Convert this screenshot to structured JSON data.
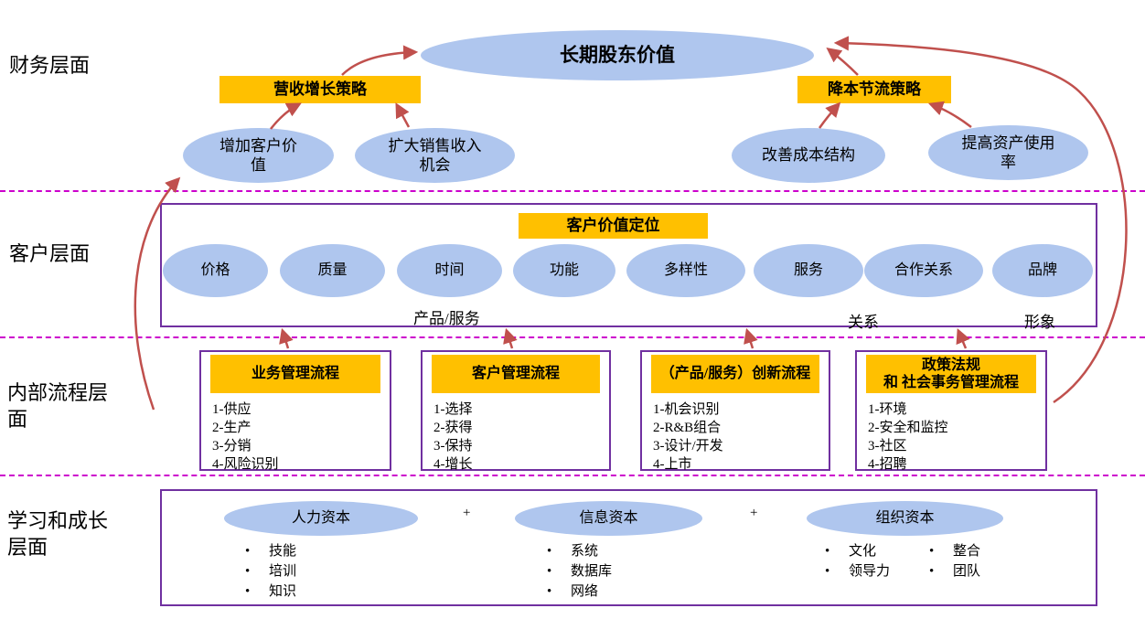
{
  "colors": {
    "node_fill": "#afc6ee",
    "highlight": "#ffc000",
    "box_border": "#7030a0",
    "divider": "#cc00cc",
    "arrow": "#c0504d"
  },
  "layer_labels": {
    "financial": "财务层面",
    "customer": "客户层面",
    "internal": "内部流程层面",
    "learning": "学习和成长层面"
  },
  "financial": {
    "shareholder_value": "长期股东价值",
    "revenue_strategy": "营收增长策略",
    "cost_strategy": "降本节流策略",
    "nodes": [
      "增加客户价值",
      "扩大销售收入机会",
      "改善成本结构",
      "提高资产使用率"
    ]
  },
  "customer": {
    "value_positioning": "客户价值定位",
    "attributes": [
      "价格",
      "质量",
      "时间",
      "功能",
      "多样性",
      "服务",
      "合作关系",
      "品牌"
    ],
    "group_labels": [
      "产品/服务",
      "关系",
      "形象"
    ]
  },
  "internal": {
    "boxes": [
      {
        "title": "业务管理流程",
        "items": [
          "1-供应",
          "2-生产",
          "3-分销",
          "4-风险识别"
        ]
      },
      {
        "title": "客户管理流程",
        "items": [
          "1-选择",
          "2-获得",
          "3-保持",
          "4-增长"
        ]
      },
      {
        "title": "（产品/服务）创新流程",
        "items": [
          "1-机会识别",
          "2-R&B组合",
          "3-设计/开发",
          "4-上市"
        ]
      },
      {
        "title": "政策法规\n和 社会事务管理流程",
        "items": [
          "1-环境",
          "2-安全和监控",
          "3-社区",
          "4-招聘"
        ]
      }
    ]
  },
  "learning": {
    "plus": "+",
    "capitals": [
      {
        "title": "人力资本",
        "items": [
          "技能",
          "培训",
          "知识"
        ]
      },
      {
        "title": "信息资本",
        "items": [
          "系统",
          "数据库",
          "网络"
        ]
      },
      {
        "title": "组织资本",
        "items": [
          "文化",
          "领导力"
        ],
        "items2": [
          "整合",
          "团队"
        ]
      }
    ]
  }
}
